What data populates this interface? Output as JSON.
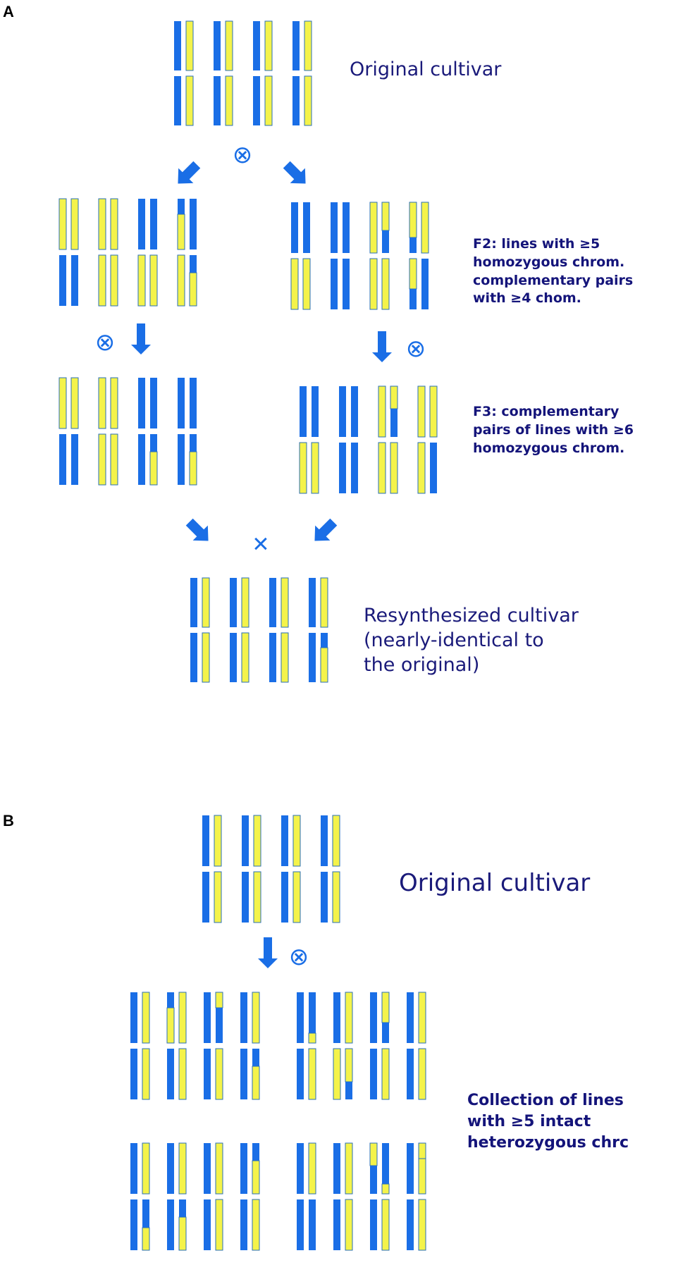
{
  "colors": {
    "blue": "#1a6ee6",
    "yellow": "#f4f34a",
    "caption": "#1a1a7a",
    "arrow": "#1a6ee6"
  },
  "panels": {
    "a": {
      "letter": "A",
      "original_label": "Original cultivar",
      "f2_label": [
        "F2: lines with ≥5",
        "homozygous chrom.",
        "complementary  pairs",
        "with ≥4 chom."
      ],
      "f3_label": [
        "F3: complementary",
        "pairs of lines with ≥6",
        "homozygous chrom."
      ],
      "resynth_label": [
        "Resynthesized  cultivar",
        "(nearly-identical to",
        "the original)"
      ],
      "self_symbol": "⊗",
      "cross_symbol": "✕"
    },
    "b": {
      "letter": "B",
      "original_label": "Original cultivar",
      "collection_label": [
        "Collection of lines",
        "with ≥5 intact",
        "heterozygous chrc"
      ],
      "self_symbol": "⊗"
    }
  }
}
